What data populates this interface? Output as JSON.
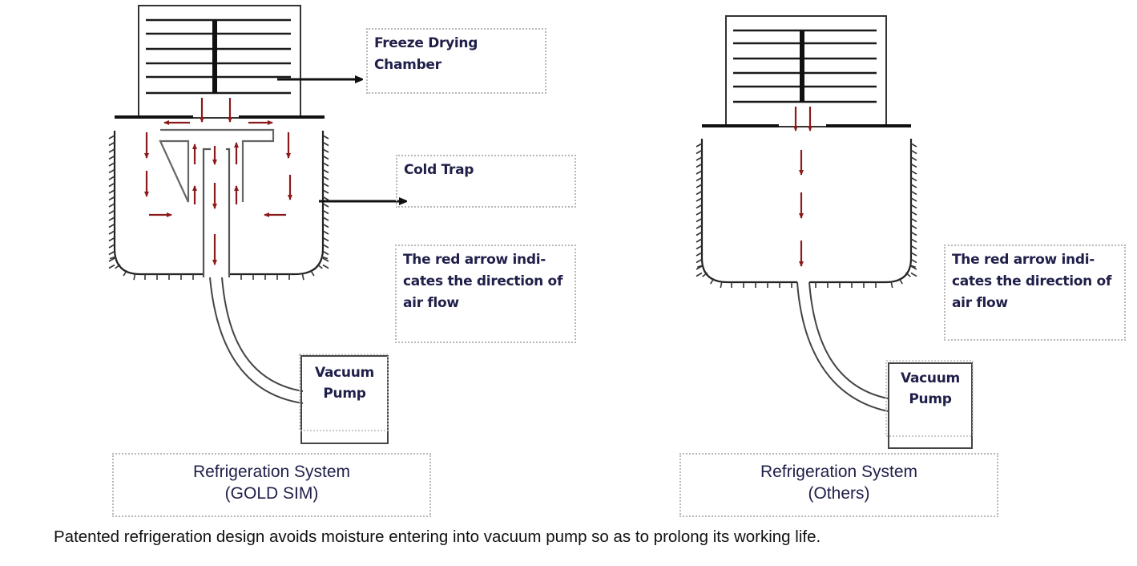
{
  "diagram": {
    "type": "comparison",
    "colors": {
      "air_flow_arrow": "#8b1a1a",
      "structure_line": "#111111",
      "label_text": "#1f1f4a",
      "label_border": "#b8b8b8"
    },
    "left_panel": {
      "system_label_line1": "Refrigeration System",
      "system_label_line2": "(GOLD SIM)",
      "callouts": {
        "chamber_line1": "Freeze Drying",
        "chamber_line2": "Chamber",
        "cold_trap": "Cold Trap",
        "airflow_line1": "The red arrow indi-",
        "airflow_line2": "cates the direction of",
        "airflow_line3": "air flow"
      },
      "pump_line1": "Vacuum",
      "pump_line2": "Pump"
    },
    "right_panel": {
      "system_label_line1": "Refrigeration System",
      "system_label_line2": "(Others)",
      "callouts": {
        "airflow_line1": "The red arrow indi-",
        "airflow_line2": "cates the direction of",
        "airflow_line3": "air flow"
      },
      "pump_line1": "Vacuum",
      "pump_line2": "Pump"
    },
    "caption": "Patented refrigeration design avoids moisture entering into vacuum pump so as to prolong its working life."
  }
}
